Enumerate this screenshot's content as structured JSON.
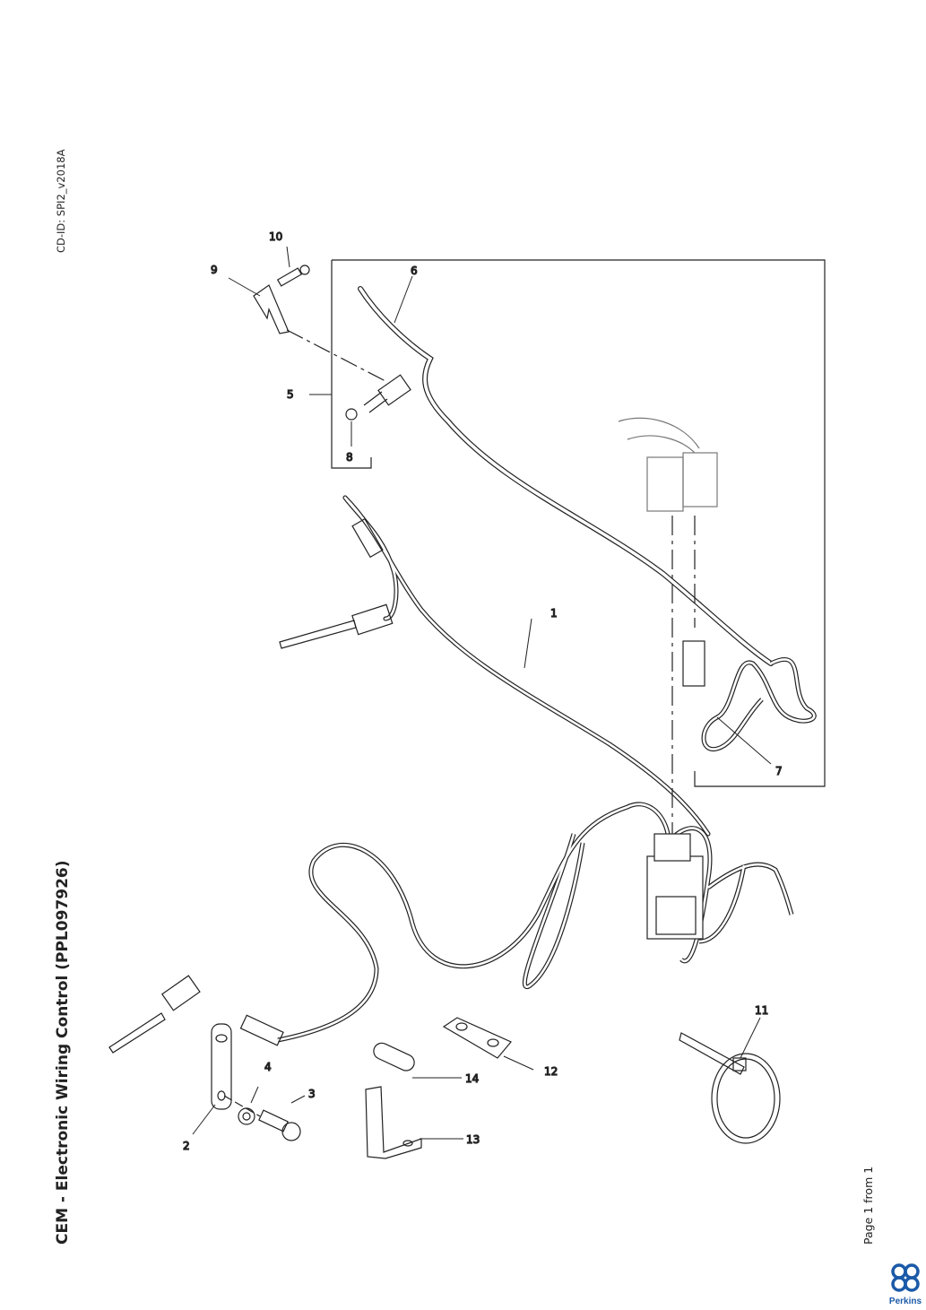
{
  "document": {
    "title": "CEM - Electronic Wiring Control (PPL097926)",
    "cd_id": "CD-ID: SPI2_v2018A",
    "page_info": "Page 1 from 1",
    "brand": "Perkins",
    "brand_color": "#1b5aa8"
  },
  "callouts": {
    "c1": "1",
    "c2": "2",
    "c3": "3",
    "c4": "4",
    "c5": "5",
    "c6": "6",
    "c7": "7",
    "c8": "8",
    "c9": "9",
    "c10": "10",
    "c11": "11",
    "c12": "12",
    "c13": "13",
    "c14": "14"
  }
}
